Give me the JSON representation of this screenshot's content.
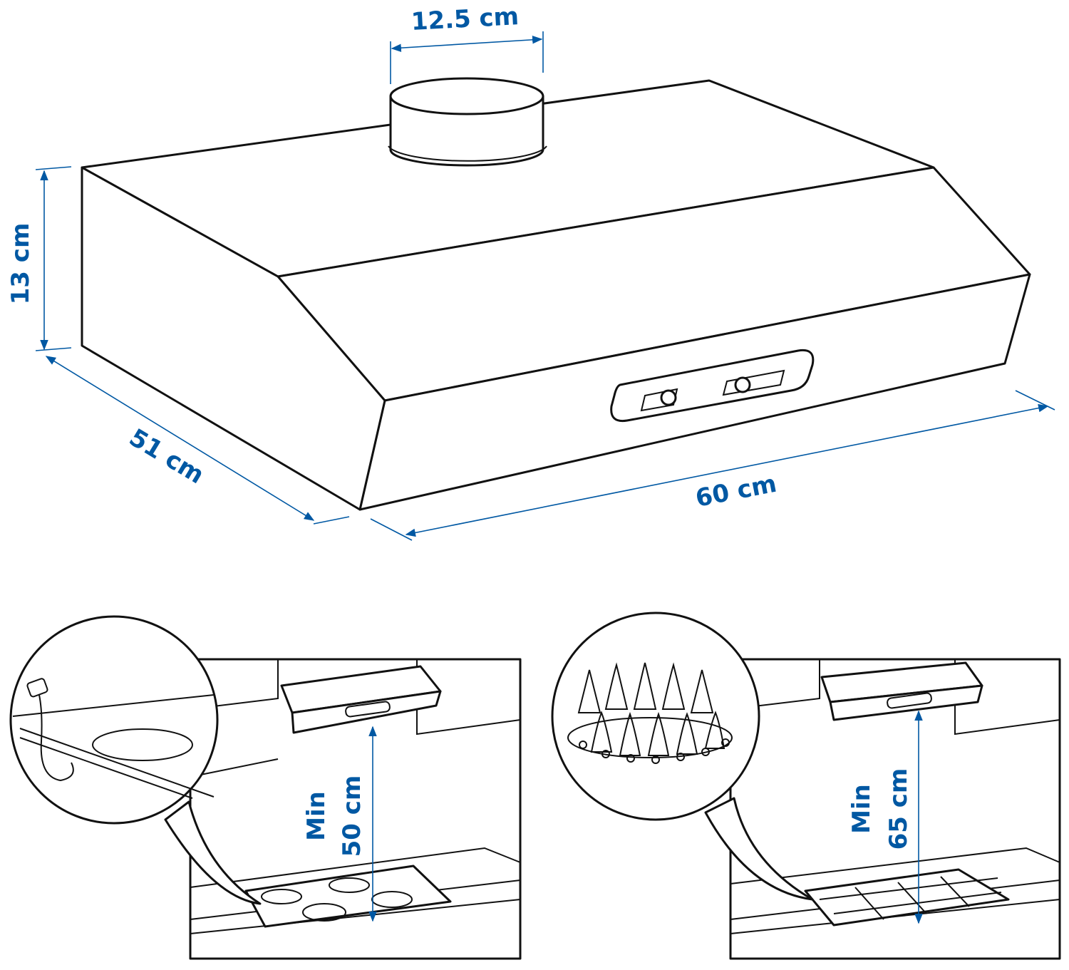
{
  "labels": {
    "duct_diameter": "12.5 cm",
    "height": "13 cm",
    "depth": "51 cm",
    "width": "60 cm",
    "electric_min_word": "Min",
    "electric_min_value": "50 cm",
    "gas_min_word": "Min",
    "gas_min_value": "65 cm"
  },
  "colors": {
    "dimension": "#0058a3",
    "line": "#111111"
  }
}
